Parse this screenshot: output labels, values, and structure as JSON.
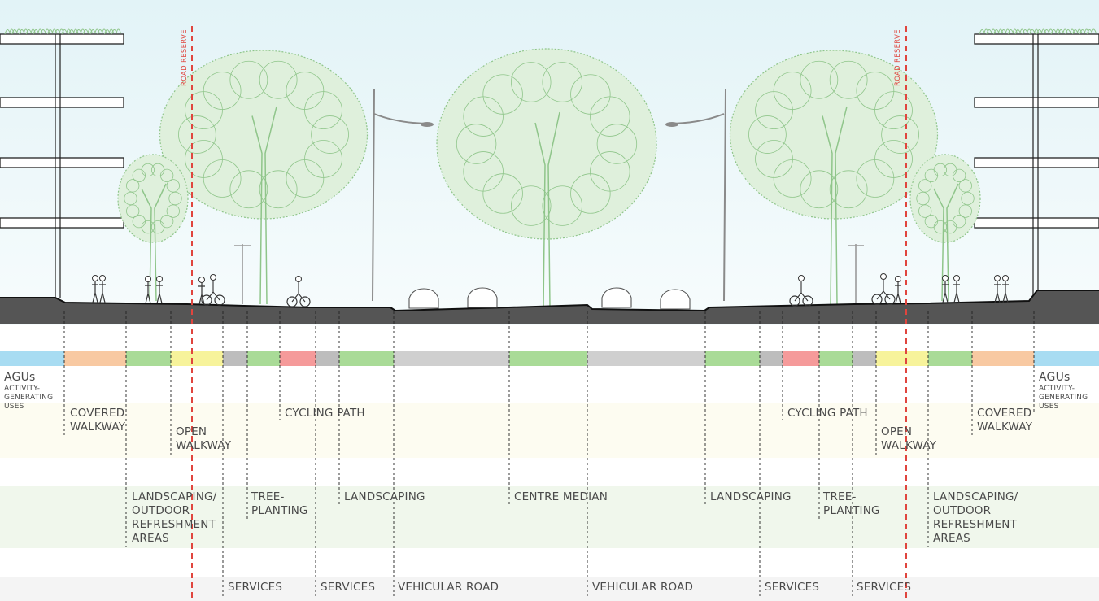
{
  "colors": {
    "agu": "#a8dcf2",
    "covered_walkway": "#f8c9a2",
    "landscaping": "#a9db97",
    "open_walkway": "#f7f39b",
    "services": "#bdbdbd",
    "cycling": "#f59a9a",
    "road": "#cfcfcf",
    "road_reserve_line": "#e0453e",
    "ground": "#555555",
    "tree": "#8fc58a"
  },
  "road_reserve_label": "ROAD RESERVE",
  "left": {
    "agus_title": "AGUs",
    "agus_sub": [
      "ACTIVITY-",
      "GENERATING",
      "USES"
    ],
    "covered_walkway": [
      "COVERED",
      "WALKWAY"
    ],
    "open_walkway": [
      "OPEN",
      "WALKWAY"
    ],
    "cycling_path": "CYCLING PATH",
    "landscaping_outdoor": [
      "LANDSCAPING/",
      "OUTDOOR",
      "REFRESHMENT",
      "AREAS"
    ],
    "tree_planting": [
      "TREE-",
      "PLANTING"
    ],
    "landscaping": "LANDSCAPING",
    "services_1": "SERVICES",
    "services_2": "SERVICES",
    "vehicular_road": "VEHICULAR ROAD"
  },
  "centre_median": "CENTRE MEDIAN",
  "right": {
    "agus_title": "AGUs",
    "agus_sub": [
      "ACTIVITY-",
      "GENERATING",
      "USES"
    ],
    "covered_walkway": [
      "COVERED",
      "WALKWAY"
    ],
    "open_walkway": [
      "OPEN",
      "WALKWAY"
    ],
    "cycling_path": "CYCLING PATH",
    "landscaping_outdoor": [
      "LANDSCAPING/",
      "OUTDOOR",
      "REFRESHMENT",
      "AREAS"
    ],
    "tree_planting": [
      "TREE-",
      "PLANTING"
    ],
    "landscaping": "LANDSCAPING",
    "services_1": "SERVICES",
    "services_2": "SERVICES",
    "vehicular_road": "VEHICULAR ROAD"
  },
  "zones": [
    {
      "type": "agu"
    },
    {
      "type": "covered_walkway"
    },
    {
      "type": "landscaping"
    },
    {
      "type": "open_walkway"
    },
    {
      "type": "services"
    },
    {
      "type": "landscaping"
    },
    {
      "type": "cycling"
    },
    {
      "type": "services"
    },
    {
      "type": "landscaping"
    },
    {
      "type": "road"
    },
    {
      "type": "landscaping"
    },
    {
      "type": "road"
    },
    {
      "type": "landscaping"
    },
    {
      "type": "services"
    },
    {
      "type": "cycling"
    },
    {
      "type": "landscaping"
    },
    {
      "type": "services"
    },
    {
      "type": "open_walkway"
    },
    {
      "type": "landscaping"
    },
    {
      "type": "covered_walkway"
    },
    {
      "type": "agu"
    }
  ]
}
